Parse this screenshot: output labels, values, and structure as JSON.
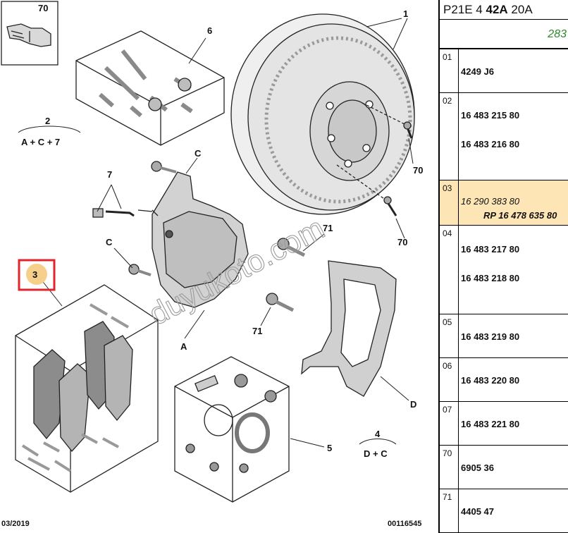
{
  "header": {
    "model_prefix": "P21E 4 ",
    "model_bold": "42A",
    "model_suffix": " 20A",
    "page_number": "283"
  },
  "diagram": {
    "labels": {
      "p70_box": "70",
      "p6": "6",
      "p1": "1",
      "p2": "2",
      "p2_formula": "A + C + 7",
      "c_upper": "C",
      "p7": "7",
      "c_lower": "C",
      "p70_right": "70",
      "p70_right_lower": "70",
      "p71_upper": "71",
      "p71_lower": "71",
      "p3": "3",
      "a": "A",
      "d": "D",
      "p4": "4",
      "p4_formula": "D + C",
      "p5": "5"
    },
    "footer_date": "03/2019",
    "footer_code": "00116545",
    "watermark": "duyukoto.com",
    "highlight_color": "#e0262b",
    "bubble_color": "#f6d08a"
  },
  "parts": [
    {
      "pos": "01",
      "refs": [
        "4249 J6"
      ]
    },
    {
      "pos": "02",
      "refs": [
        "16 483 215 80",
        "16 483 216 80"
      ]
    },
    {
      "pos": "03",
      "refs": [
        "16 290 383 80",
        "RP 16 478 635 80"
      ],
      "highlighted": true
    },
    {
      "pos": "04",
      "refs": [
        "16 483 217 80",
        "16 483 218 80"
      ]
    },
    {
      "pos": "05",
      "refs": [
        "16 483 219 80"
      ]
    },
    {
      "pos": "06",
      "refs": [
        "16 483 220 80"
      ]
    },
    {
      "pos": "07",
      "refs": [
        "16 483 221 80"
      ]
    },
    {
      "pos": "70",
      "refs": [
        "6905 36"
      ]
    },
    {
      "pos": "71",
      "refs": [
        "4405 47"
      ]
    }
  ]
}
